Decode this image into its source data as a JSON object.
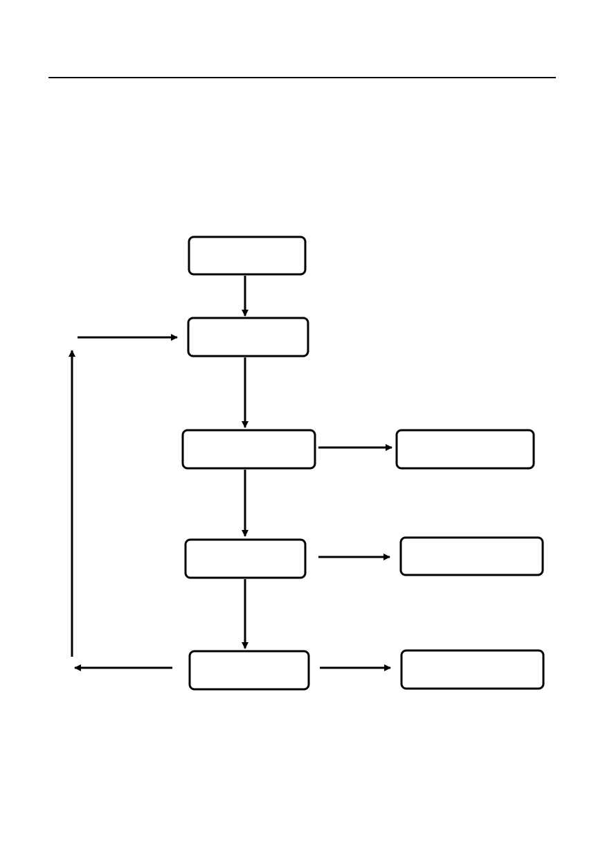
{
  "colors": {
    "background": "#ffffff",
    "stroke": "#000000"
  },
  "diagram": {
    "type": "flowchart",
    "nodes": [
      {
        "id": "n1",
        "label": ""
      },
      {
        "id": "n2",
        "label": ""
      },
      {
        "id": "n3",
        "label": ""
      },
      {
        "id": "n4",
        "label": ""
      },
      {
        "id": "n5",
        "label": ""
      },
      {
        "id": "r1",
        "label": ""
      },
      {
        "id": "r2",
        "label": ""
      },
      {
        "id": "r3",
        "label": ""
      }
    ],
    "edges": [
      {
        "from": "n1",
        "to": "n2"
      },
      {
        "from": "n2",
        "to": "n3"
      },
      {
        "from": "n3",
        "to": "n4"
      },
      {
        "from": "n4",
        "to": "n5"
      },
      {
        "from": "n3",
        "to": "r1"
      },
      {
        "from": "n4",
        "to": "r2"
      },
      {
        "from": "n5",
        "to": "r3"
      },
      {
        "from": "n5",
        "to": "n2",
        "kind": "feedback-loop"
      }
    ]
  }
}
